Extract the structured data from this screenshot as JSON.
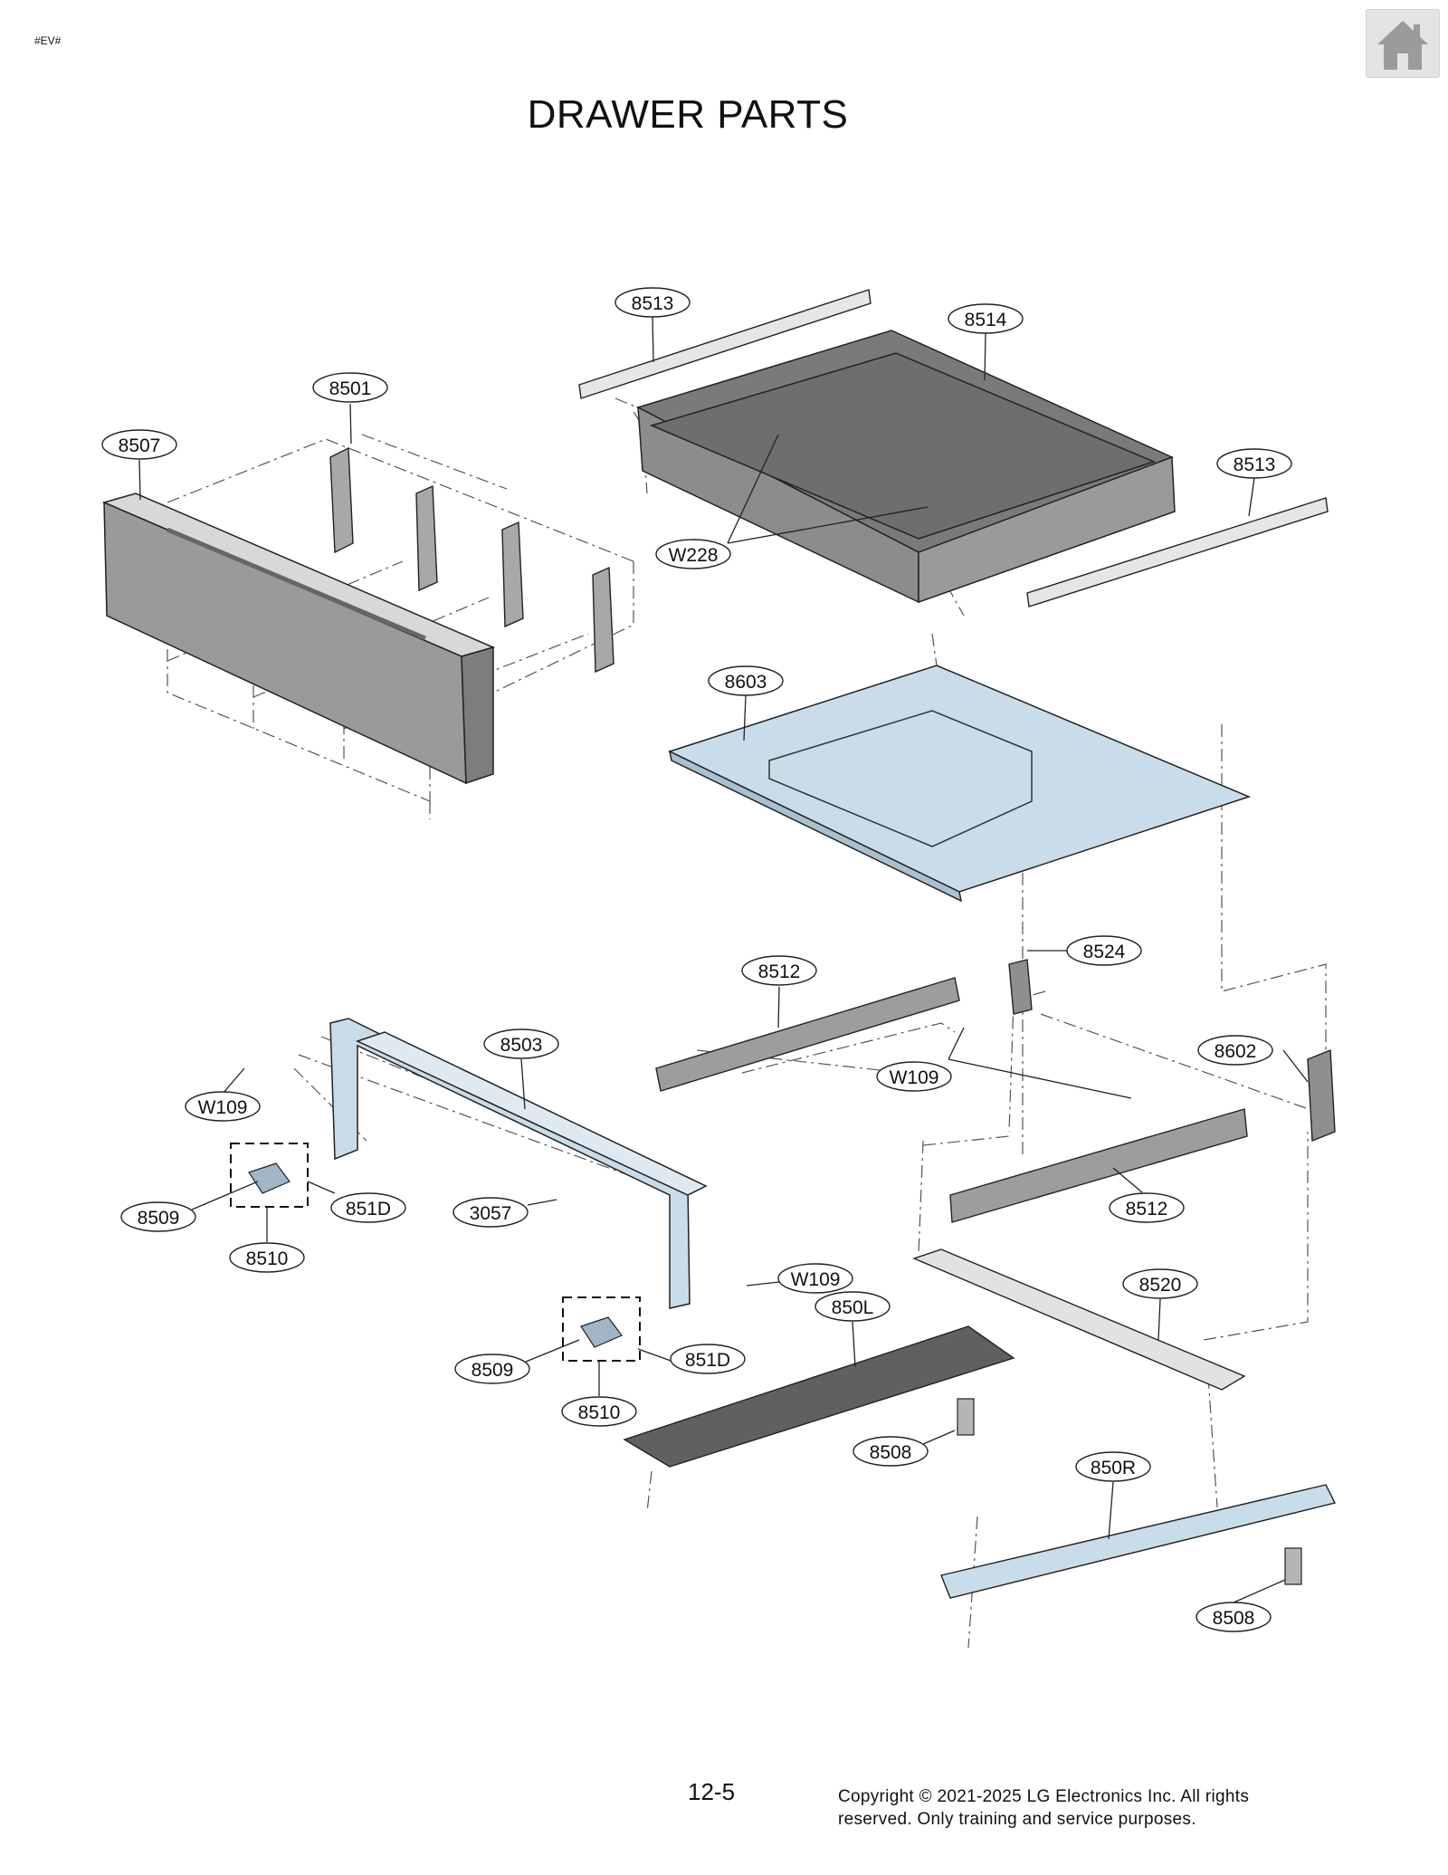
{
  "header": {
    "tag": "#EV#",
    "home_icon": "home-icon"
  },
  "page_title": "DRAWER PARTS",
  "callouts": {
    "c8513a": "8513",
    "c8514": "8514",
    "c8501": "8501",
    "c8507": "8507",
    "c8513b": "8513",
    "cW228": "W228",
    "c8603": "8603",
    "c8524": "8524",
    "c8512a": "8512",
    "c8503": "8503",
    "c8602": "8602",
    "cW109a": "W109",
    "cW109b": "W109",
    "c8509a": "8509",
    "c851Da": "851D",
    "c3057": "3057",
    "c8512b": "8512",
    "c8510a": "8510",
    "cW109c": "W109",
    "c850L": "850L",
    "c8520": "8520",
    "c8509b": "8509",
    "c851Db": "851D",
    "c8510b": "8510",
    "c8508a": "8508",
    "c850R": "850R",
    "c8508b": "8508"
  },
  "footer": {
    "page_number": "12-5",
    "copyright_line1": "Copyright © 2021-2025  LG Electronics  Inc. All rights",
    "copyright_line2": "reserved.  Only training and service  purposes."
  },
  "colors": {
    "dark_part": "#9a9a9a",
    "light_part": "#c9dce9",
    "outline": "#222222"
  }
}
